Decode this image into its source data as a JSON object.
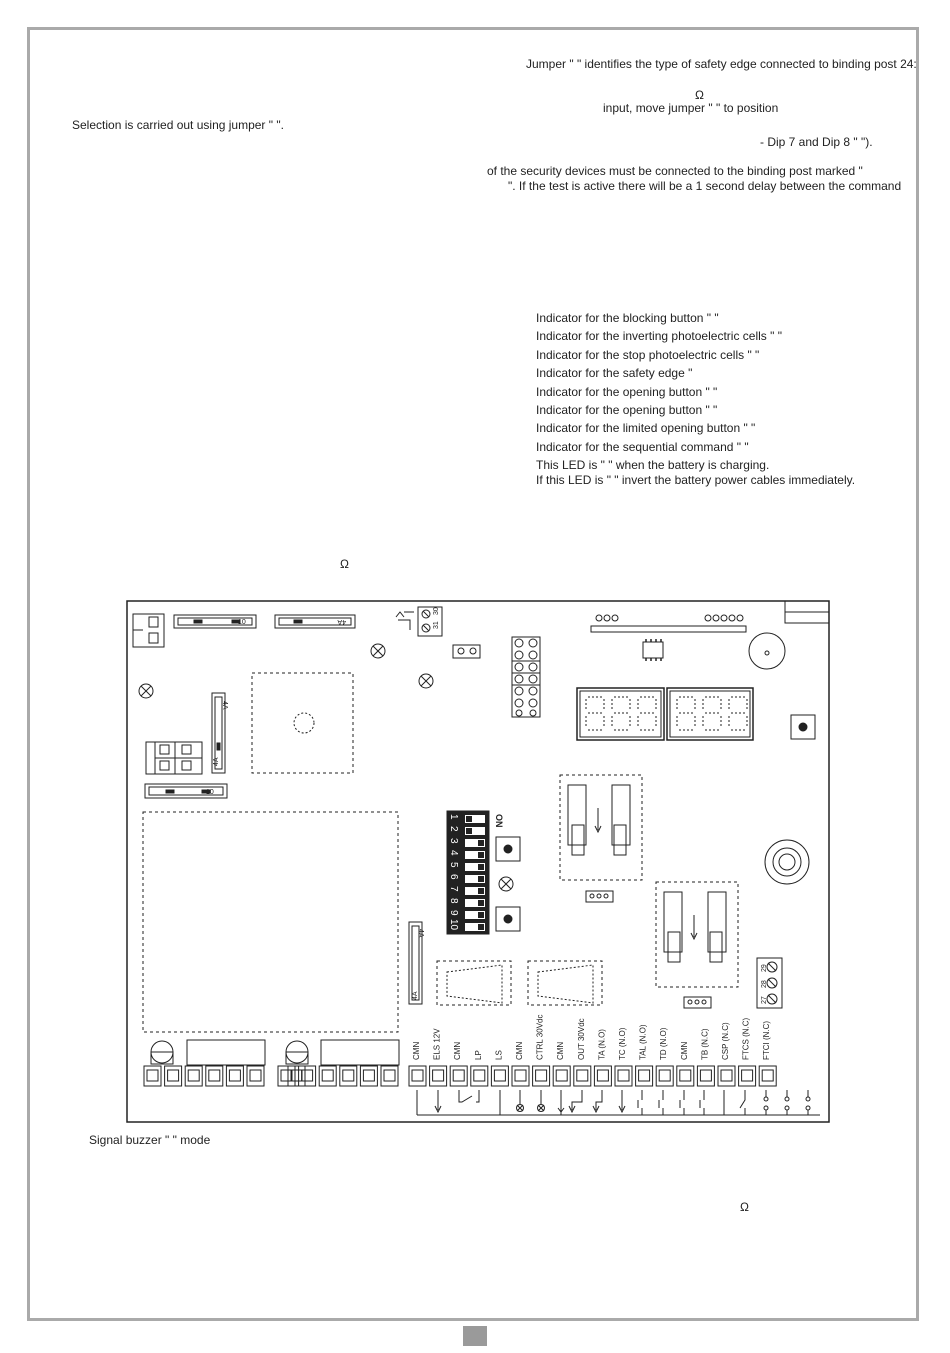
{
  "text_lines": {
    "jumper_type": "Jumper \"    \" identifies the type of safety edge connected to binding post 24:",
    "omega_1": "Ω",
    "move_jumper": "input, move jumper \"    \" to position",
    "selection": "Selection is carried out using jumper \"    \".",
    "dip78": "- Dip 7 and Dip 8 \"       \").",
    "security_devices": "of the security devices must be connected to the binding post marked \"",
    "test_delay": "\". If the test is active there will be a 1 second delay between the command",
    "omega_2": "Ω",
    "signal_buzzer": "Signal buzzer \"              \" mode",
    "omega_3": "Ω"
  },
  "indicators": [
    "Indicator for the blocking button \"     \"",
    "Indicator for the inverting photoelectric cells \"         \"",
    "Indicator for the stop photoelectric cells \"          \"",
    "Indicator for the safety edge \"",
    "Indicator for the opening button \"     \"",
    "Indicator for the opening button \"     \"",
    "Indicator for the limited opening button \"       \"",
    "Indicator for the sequential command \"               \"",
    "This LED is \"      \" when the battery is charging.",
    "If this LED is \"      \" invert the battery power cables immediately."
  ],
  "board": {
    "fuses": [
      "10",
      "4A",
      "4A",
      "4A",
      "10",
      "4A",
      "4A"
    ],
    "connector_pins": [
      "31",
      "30"
    ],
    "dip_on": "ON",
    "dip_numbers": [
      "1",
      "2",
      "3",
      "4",
      "5",
      "6",
      "7",
      "8",
      "9",
      "10"
    ],
    "right_posts": [
      "29",
      "28",
      "27"
    ],
    "terminal_labels": [
      "CMN",
      "ELS 12V",
      "CMN",
      "LP",
      "LS",
      "CMN",
      "CTRL 30Vdc",
      "CMN",
      "OUT 30Vdc",
      "TA (N.O)",
      "TC (N.O)",
      "TAL (N.O)",
      "TD (N.O)",
      "CMN",
      "TB (N.C)",
      "CSP (N.C)",
      "FTCS (N.C)",
      "FTCI (N.C)"
    ]
  }
}
